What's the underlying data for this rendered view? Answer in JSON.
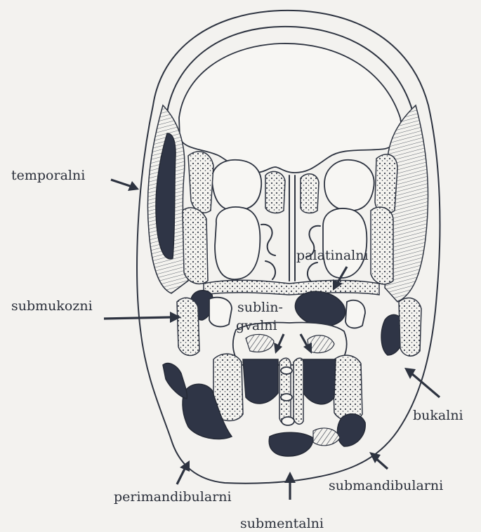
{
  "labels": {
    "temporalni": "temporalni",
    "submukozni": "submukozni",
    "palatinalni": "palatinalni",
    "sublingvalni_1": "sublin-",
    "sublingvalni_2": "gvalni",
    "bukalni": "bukalni",
    "perimandibularni": "perimandibularni",
    "submentalni": "submentalni",
    "submandibularni": "submandibularni"
  },
  "colors": {
    "ink": "#2d3340",
    "dark_fill": "#2f3546",
    "paper": "#f3f2ef"
  }
}
